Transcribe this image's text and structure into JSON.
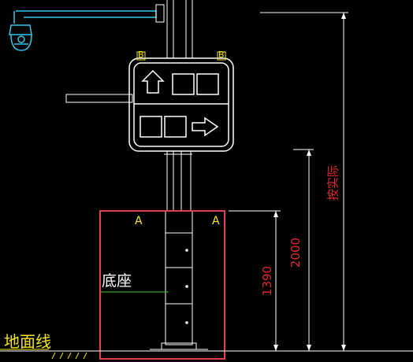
{
  "labels": {
    "marker_a_left": "A",
    "marker_a_right": "A",
    "marker_b_left": "B",
    "marker_b_right": "B",
    "base_label": "底座",
    "ground_line": "地面线"
  },
  "dimensions": {
    "total_height": "按实际",
    "frame_height": "2000",
    "base_height": "1390"
  },
  "colors": {
    "background": "#000000",
    "drawing_lines": "#ffffff",
    "camera": "#35c6e8",
    "annotation_yellow": "#f5e616",
    "dimension_red": "#e0282d",
    "highlight_box": "#e0444a",
    "leader_line": "#3cc83c"
  },
  "icons": [
    "dome-camera-icon",
    "arrow-up-icon",
    "arrow-right-icon"
  ]
}
